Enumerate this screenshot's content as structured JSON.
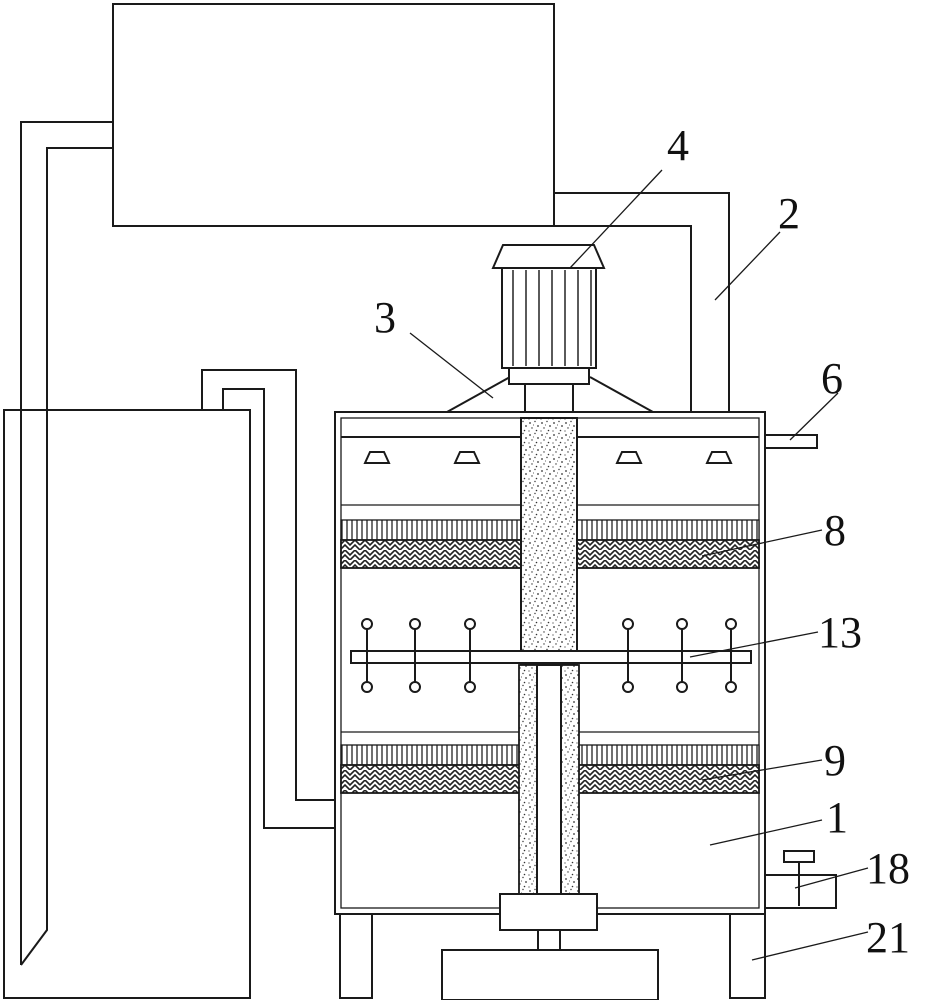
{
  "labels": {
    "l1": "1",
    "l2": "2",
    "l3": "3",
    "l4": "4",
    "l6": "6",
    "l8": "8",
    "l9": "9",
    "l13": "13",
    "l18": "18",
    "l21": "21"
  }
}
